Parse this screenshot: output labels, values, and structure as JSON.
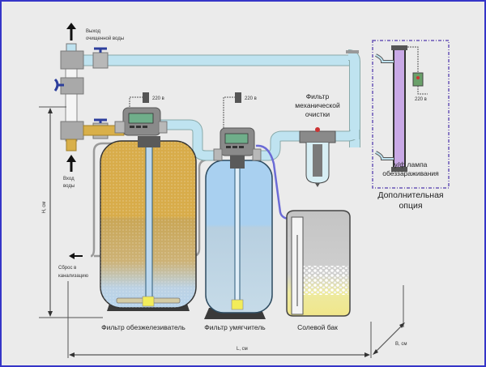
{
  "labels": {
    "outlet_water": [
      "Выход",
      "очищенной воды"
    ],
    "inlet_water": [
      "Вход",
      "воды"
    ],
    "drain": [
      "Сброс в",
      "канализацию"
    ],
    "mech_filter": [
      "Фильтр",
      "механической",
      "очистки"
    ],
    "uv_lamp": [
      "у/ф лампа",
      "обеззараживания"
    ],
    "optional": [
      "Дополнительная",
      "опция"
    ],
    "iron_filter": "Фильтр обезжелезиватель",
    "softener": "Фильтр умягчитель",
    "salt_tank": "Солевой бак",
    "dim_h": "H, см",
    "dim_l": "L, см",
    "dim_b": "B, см",
    "power_1": "220 в",
    "power_2": "220 в",
    "power_uv": "220 в"
  },
  "colors": {
    "frame": "#3535c8",
    "background": "#ebebeb",
    "iron_media": "#d8ac4a",
    "water_light": "#bcd8ee",
    "softener_water": "#a9d0f0",
    "pipe_blue": "#bfe3f0",
    "pipe_yellow": "#d9b04a",
    "brine_line": "#6b6bd6",
    "uv_purple": "#c9a9e6",
    "tank_base": "#3a3a3a"
  }
}
